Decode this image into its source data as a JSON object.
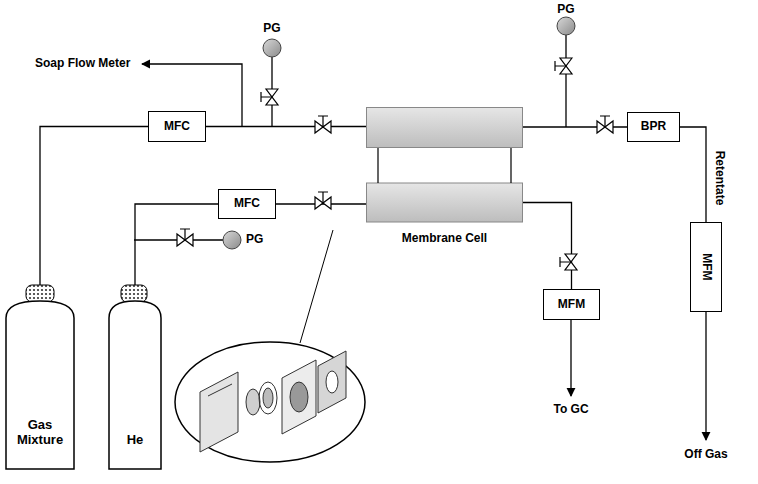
{
  "diagram": {
    "nodes": [
      {
        "text": [
          "Gas Mixture"
        ]
      },
      {
        "text": [
          "He"
        ]
      },
      {
        "text": [
          "MFC"
        ]
      },
      {
        "text": [
          "MFC"
        ]
      },
      {
        "text": [
          "Membrane Cell"
        ]
      },
      {
        "text": [
          "BPR"
        ]
      },
      {
        "text": [
          "MFM"
        ]
      },
      {
        "text": [
          "MFM"
        ]
      }
    ],
    "edges": [
      {
        "from": 0,
        "to": 2,
        "arrow": "none"
      },
      {
        "from": 1,
        "to": 3,
        "arrow": "none"
      },
      {
        "from": 2,
        "to": 4,
        "arrow": "none"
      },
      {
        "from": 3,
        "to": 4,
        "arrow": "none"
      },
      {
        "from": 4,
        "to": 5,
        "arrow": "none"
      },
      {
        "from": 4,
        "to": 6,
        "arrow": "none"
      },
      {
        "from": 5,
        "to": 7,
        "arrow": "none"
      }
    ],
    "labels": [
      "Soap Flow Meter",
      "PG",
      "PG",
      "PG",
      "Retentate",
      "To GC",
      "Off Gas"
    ]
  }
}
